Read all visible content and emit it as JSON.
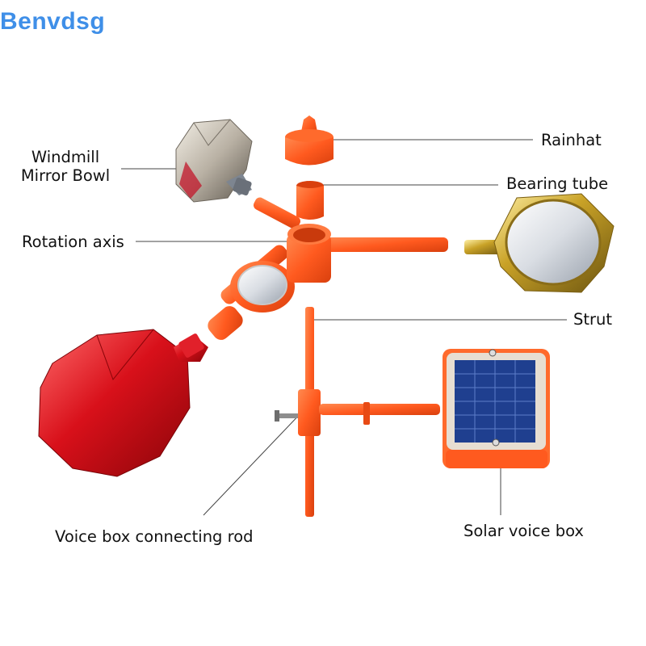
{
  "brand": {
    "text": "Benvdsg",
    "color": "#3f8fe8"
  },
  "labels": {
    "mirror_bowl_line1": "Windmill",
    "mirror_bowl_line2": "Mirror Bowl",
    "rainhat": "Rainhat",
    "bearing_tube": "Bearing tube",
    "rotation_axis": "Rotation axis",
    "strut": "Strut",
    "voice_box_rod": "Voice box connecting rod",
    "solar_voice_box": "Solar voice box"
  },
  "colors": {
    "plastic": "#ff5a1f",
    "red_bowl": "#d8101a",
    "gold_bowl": "#c9a227",
    "silver_bowl": "#b9b1a4",
    "solar_panel": "#1f3f8f"
  }
}
